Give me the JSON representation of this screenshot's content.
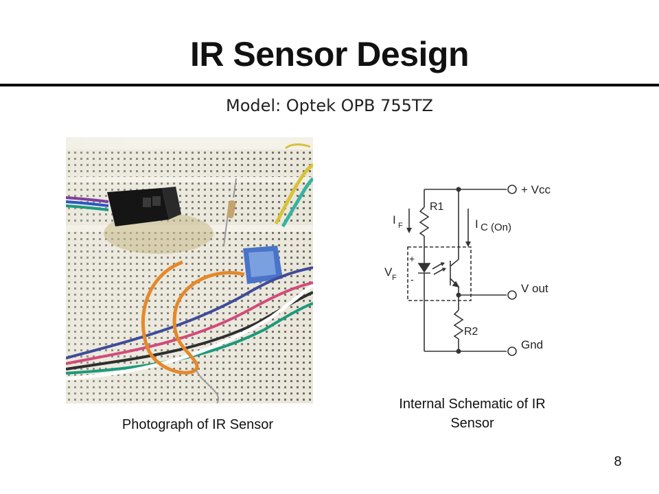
{
  "slide": {
    "title": "IR Sensor Design",
    "subtitle": "Model: Optek OPB 755TZ",
    "page_number": "8"
  },
  "photo": {
    "caption": "Photograph of IR Sensor"
  },
  "schematic": {
    "caption": "Internal Schematic of IR Sensor",
    "labels": {
      "vcc": "+ Vcc",
      "vout": "V out",
      "gnd": "Gnd",
      "r1": "R1",
      "r2": "R2",
      "if_main": "I",
      "if_sub": "F",
      "ic_main": "I",
      "ic_sub": "C (On)",
      "vf_main": "V",
      "vf_sub": "F",
      "plus": "+",
      "minus": "-"
    }
  }
}
